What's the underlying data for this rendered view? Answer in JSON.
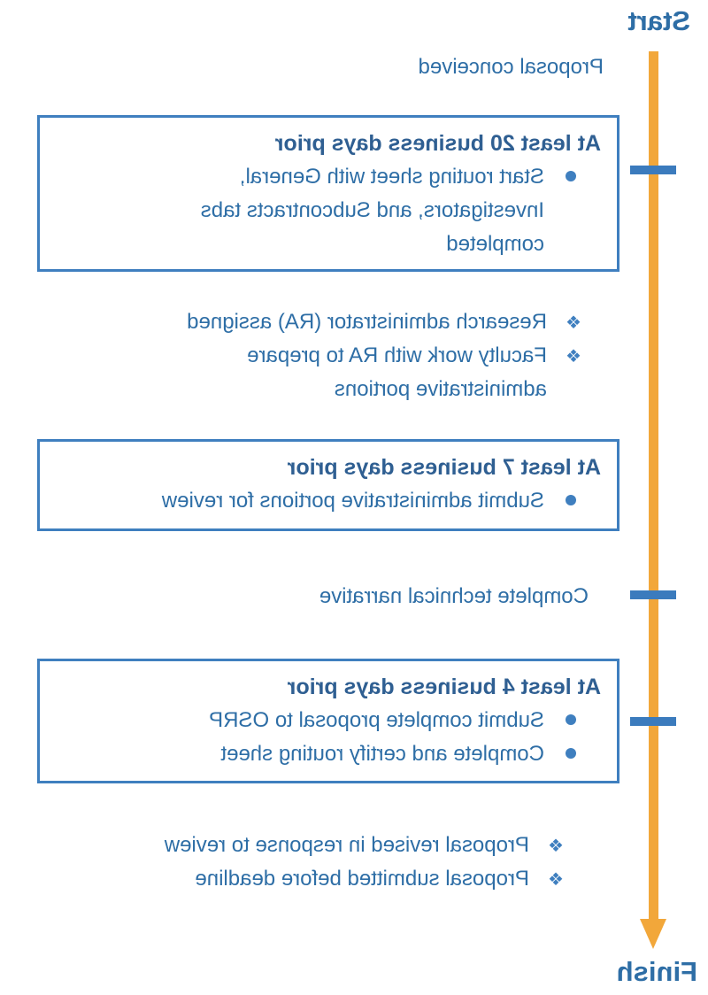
{
  "timeline": {
    "start_label": "Start",
    "finish_label": "Finish",
    "arrow_color": "#f2a73a",
    "text_color": "#2e6ea6"
  },
  "steps": {
    "conceived": "Proposal conceived",
    "box1": {
      "title": "At least 20 business days prior",
      "items": [
        "Start routing sheet with General, Investigators, and Subcontracts tabs completed"
      ]
    },
    "ra_items": [
      "Research administrator (RA) assigned",
      "Faculty work with RA to prepare administrative portions"
    ],
    "box2": {
      "title": "At least 7 business days prior",
      "items": [
        "Submit administrative portions for review"
      ]
    },
    "narrative": "Complete technical narrative",
    "box3": {
      "title": "At least 4 business days prior",
      "items": [
        "Submit complete proposal to OSRP",
        "Complete and certify routing sheet"
      ]
    },
    "final_items": [
      "Proposal revised in response to review",
      "Proposal submitted before deadline"
    ]
  }
}
